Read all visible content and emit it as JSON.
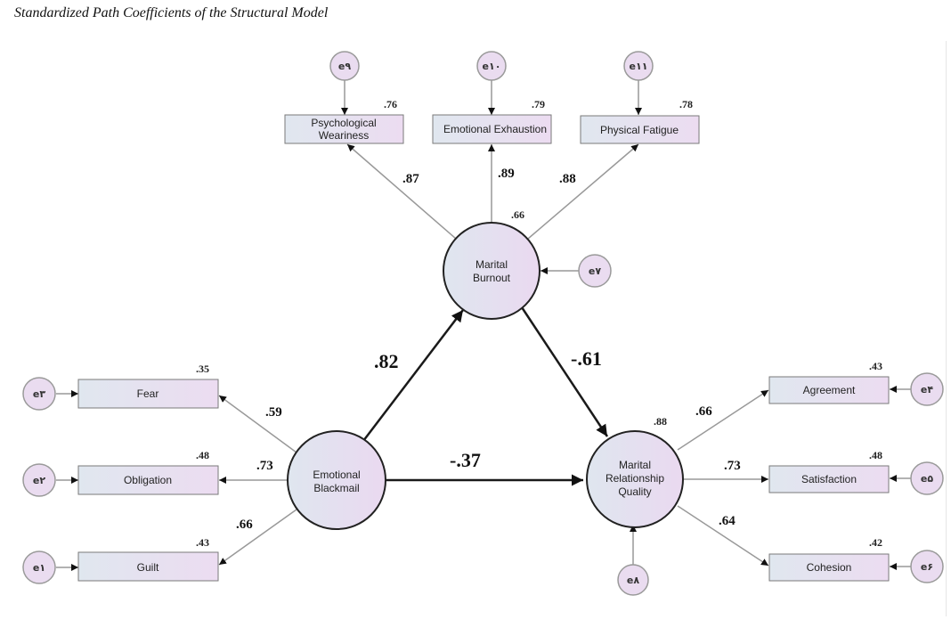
{
  "title": "Standardized Path Coefficients of the Structural Model",
  "colors": {
    "latent_fill_start": "#dfe6ef",
    "latent_fill_end": "#ead9f0",
    "observed_fill_start": "#e0e7ef",
    "observed_fill_end": "#ecdcf1",
    "error_fill": "#eadcf0",
    "structural_path": "#1a1a1a",
    "measurement_path": "#999999"
  },
  "latents": {
    "eb": {
      "label_lines": [
        "Emotional",
        "Blackmail"
      ]
    },
    "mb": {
      "label_lines": [
        "Marital",
        "Burnout"
      ],
      "r2": ".66"
    },
    "mrq": {
      "label_lines": [
        "Marital",
        "Relationship",
        "Quality"
      ],
      "r2": ".88"
    }
  },
  "observed": [
    {
      "id": "pw",
      "label_lines": [
        "Psychological",
        "Weariness"
      ],
      "r2": ".76",
      "loading": ".87",
      "error": "e۹",
      "factor": "mb"
    },
    {
      "id": "ee",
      "label_lines": [
        "Emotional Exhaustion"
      ],
      "r2": ".79",
      "loading": ".89",
      "error": "e۱۰",
      "factor": "mb"
    },
    {
      "id": "pf",
      "label_lines": [
        "Physical Fatigue"
      ],
      "r2": ".78",
      "loading": ".88",
      "error": "e۱۱",
      "factor": "mb"
    },
    {
      "id": "fear",
      "label_lines": [
        "Fear"
      ],
      "r2": ".35",
      "loading": ".59",
      "error": "e۳",
      "factor": "eb"
    },
    {
      "id": "obl",
      "label_lines": [
        "Obligation"
      ],
      "r2": ".48",
      "loading": ".73",
      "error": "e۲",
      "factor": "eb"
    },
    {
      "id": "guilt",
      "label_lines": [
        "Guilt"
      ],
      "r2": ".43",
      "loading": ".66",
      "error": "e۱",
      "factor": "eb"
    },
    {
      "id": "agr",
      "label_lines": [
        "Agreement"
      ],
      "r2": ".43",
      "loading": ".66",
      "error": "e۴",
      "factor": "mrq"
    },
    {
      "id": "sat",
      "label_lines": [
        "Satisfaction"
      ],
      "r2": ".48",
      "loading": ".73",
      "error": "e۵",
      "factor": "mrq"
    },
    {
      "id": "coh",
      "label_lines": [
        "Cohesion"
      ],
      "r2": ".42",
      "loading": ".64",
      "error": "e۶",
      "factor": "mrq"
    }
  ],
  "structural_paths": [
    {
      "from": "eb",
      "to": "mb",
      "coef": ".82"
    },
    {
      "from": "mb",
      "to": "mrq",
      "coef": "-.61"
    },
    {
      "from": "eb",
      "to": "mrq",
      "coef": "-.37"
    }
  ],
  "disturbances": {
    "mb": "e۷",
    "mrq": "e۸"
  }
}
